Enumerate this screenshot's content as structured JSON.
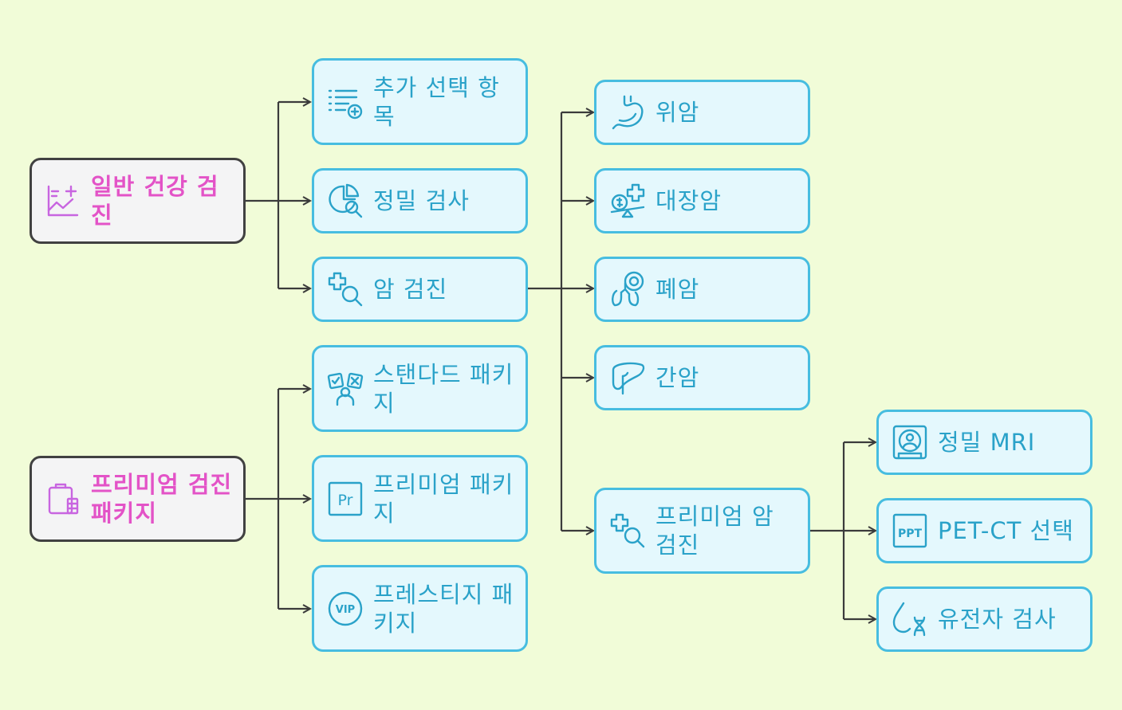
{
  "nodes": {
    "general": "일반 건강 검진",
    "premium_pkg": "프리미엄 검진 패키지",
    "optional_items": "추가 선택 항목",
    "precision_exam": "정밀 검사",
    "cancer_screening": "암 검진",
    "standard_pkg": "스탠다드 패키지",
    "premium_pkg2": "프리미엄 패키지",
    "prestige_pkg": "프레스티지 패키지",
    "stomach": "위암",
    "colon": "대장암",
    "lung": "폐암",
    "liver": "간암",
    "premium_cancer": "프리미엄 암 검진",
    "mri": "정밀 MRI",
    "petct": "PET-CT 선택",
    "gene": "유전자 검사"
  },
  "icons": {
    "general": "chart-plus-icon",
    "premium_pkg": "clipboard-icon",
    "optional_items": "list-plus-icon",
    "precision_exam": "pie-search-icon",
    "cancer_screening": "medical-search-icon",
    "standard_pkg": "checklist-person-icon",
    "premium_pkg2": "pr-badge-icon",
    "prestige_pkg": "vip-icon",
    "stomach": "stomach-icon",
    "colon": "cost-health-icon",
    "lung": "lungs-icon",
    "liver": "liver-icon",
    "premium_cancer": "medical-search-icon",
    "mri": "mri-scanner-icon",
    "petct": "ppt-icon",
    "gene": "dna-drop-icon",
    "ppt_text": "PPT",
    "pr_text": "Pr",
    "vip_text": "VIP"
  },
  "colors": {
    "background": "#f1fcd8",
    "node_fill": "#e4f8fd",
    "node_border": "#47bde0",
    "node_text": "#2aa2c9",
    "root_fill": "#f4f4f5",
    "root_border": "#414141",
    "root_text": "#e353c7",
    "root_icon": "#c865e0",
    "connector": "#3b3b3b"
  }
}
